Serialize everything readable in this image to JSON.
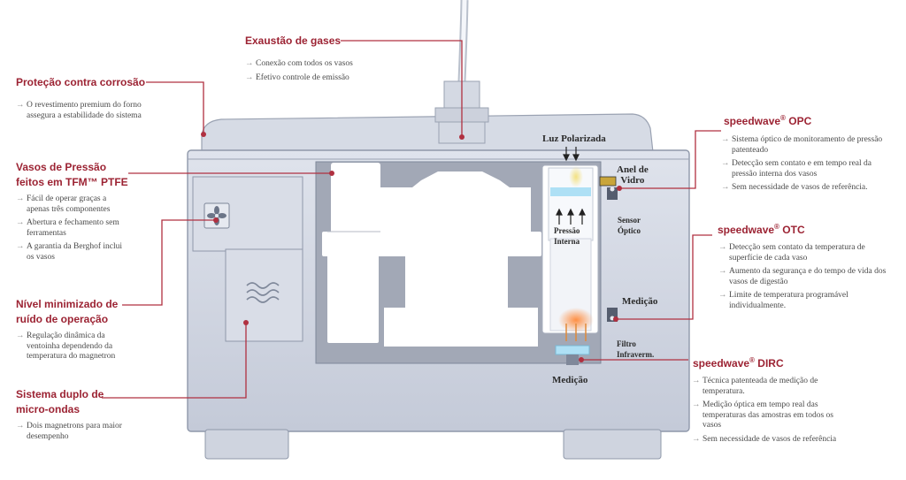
{
  "annotations": {
    "exaustao": {
      "title": "Exaustão de gases",
      "bullets": [
        "Conexão com todos os vasos",
        "Efetivo controle de emissão"
      ]
    },
    "protecao": {
      "title": "Proteção contra corrosão",
      "bullets": [
        "O revestimento premium do forno assegura a estabilidade do sistema"
      ]
    },
    "vasos": {
      "title_line1": "Vasos de Pressão",
      "title_line2": "feitos em TFM™ PTFE",
      "bullets": [
        "Fácil de operar graças a apenas três componentes",
        "Abertura e fechamento sem ferramentas",
        "A garantia da Berghof inclui os vasos"
      ]
    },
    "nivel": {
      "title_line1": "Nível minimizado de",
      "title_line2": "ruído de operação",
      "bullets": [
        "Regulação dinâmica da ventoinha dependendo da temperatura do magnetron"
      ]
    },
    "sistema": {
      "title_line1": "Sistema duplo de",
      "title_line2": "micro-ondas",
      "bullets": [
        "Dois magnetrons para maior desempenho"
      ]
    },
    "opc": {
      "brand": "speedwave",
      "mark": "®",
      "suffix": " OPC",
      "bullets": [
        "Sistema óptico de monitoramento de pressão patenteado",
        "Detecção sem contato e em tempo real da pressão interna dos vasos",
        "Sem necessidade de vasos de referência."
      ]
    },
    "otc": {
      "brand": "speedwave",
      "mark": "®",
      "suffix": " OTC",
      "bullets": [
        "Detecção sem contato da temperatura de superfície de cada vaso",
        "Aumento da segurança e do tempo de vida dos vasos de digestão",
        "Limite de temperatura programável individualmente."
      ]
    },
    "dirc": {
      "brand": "speedwave",
      "mark": "®",
      "suffix": " DIRC",
      "bullets": [
        "Técnica patenteada de medição de temperatura.",
        "Medição óptica em tempo real das temperaturas das amostras em todos os vasos",
        "Sem necessidade de vasos de referência"
      ]
    }
  },
  "diagram_labels": {
    "luz": "Luz Polarizada",
    "anel_line1": "Anel de",
    "anel_line2": "Vidro",
    "sensor_line1": "Sensor",
    "sensor_line2": "Óptico",
    "pressao_line1": "Pressão",
    "pressao_line2": "Interna",
    "medicao_right": "Medição",
    "filtro_line1": "Filtro",
    "filtro_line2": "Infraverm.",
    "medicao_bottom": "Medição"
  },
  "bullet_marker": "→",
  "colors": {
    "accent": "#9c2333",
    "leader_line": "#b03040",
    "body_text": "#4a4a4a",
    "casing": "#cdd2de",
    "interior": "#a2a8b6"
  }
}
